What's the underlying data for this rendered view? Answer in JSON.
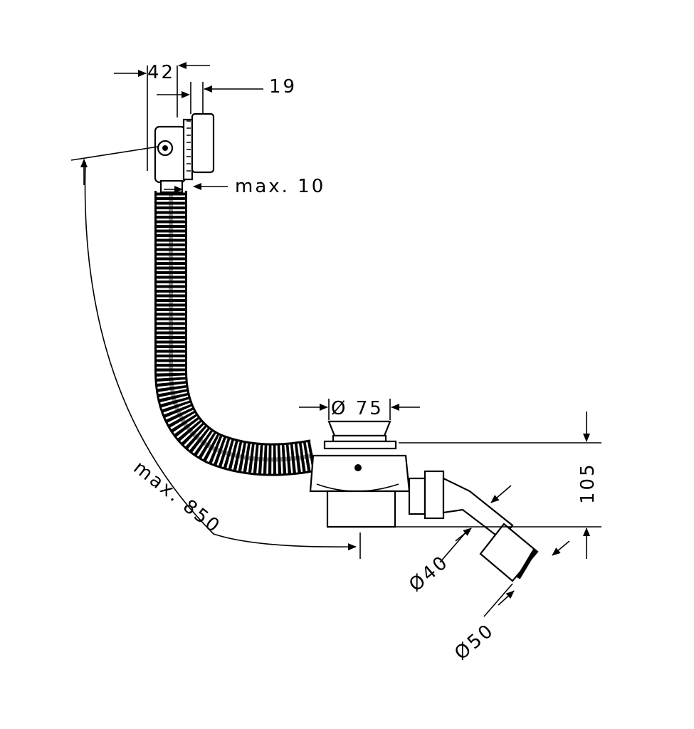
{
  "drawing": {
    "dimensions": {
      "overflow_width": "42",
      "overflow_plate": "19",
      "overflow_max": "max. 10",
      "hose_length": "max. 850",
      "drain_diameter": "Ø 75",
      "drain_height": "105",
      "outlet_inner": "Ø40",
      "outlet_outer": "Ø50"
    },
    "colors": {
      "line": "#000000",
      "background": "#ffffff"
    }
  }
}
